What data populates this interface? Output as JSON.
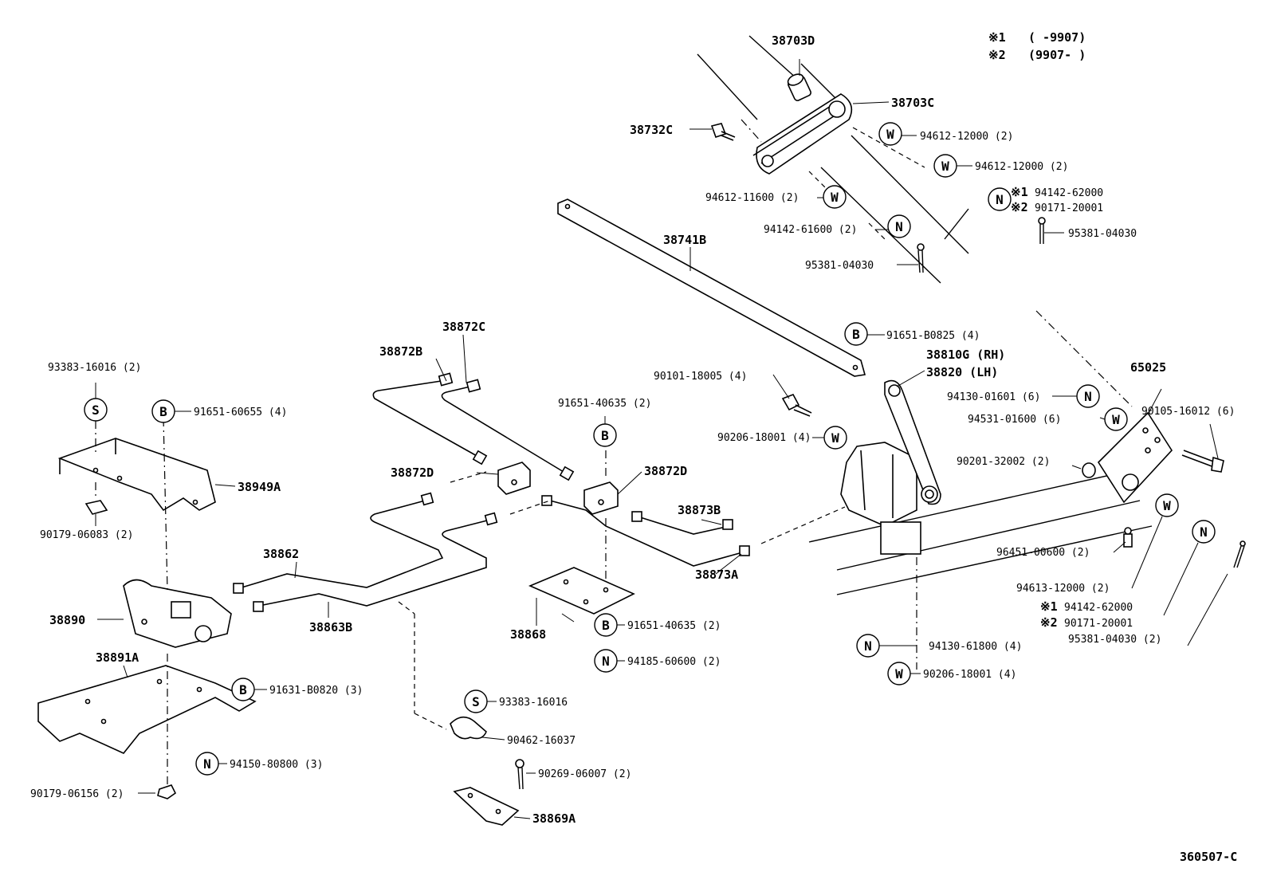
{
  "diagram_code": "360507-C",
  "legend": {
    "note1_mark": "※1",
    "note1_range": "(      -9907)",
    "note2_mark": "※2",
    "note2_range": "(9907-      )"
  },
  "symbols": {
    "S": "S",
    "B": "B",
    "W": "W",
    "N": "N"
  },
  "labels": {
    "p38703D": "38703D",
    "p38703C": "38703C",
    "p38732C": "38732C",
    "w94612_12000_a": "94612-12000 (2)",
    "w94612_12000_b": "94612-12000 (2)",
    "w94612_11600": "94612-11600 (2)",
    "n94142_61600": "94142-61600 (2)",
    "p95381_04030_a": "95381-04030",
    "n1_94142_62000_top": "94142-62000",
    "n2_90171_20001_top": "90171-20001",
    "p95381_04030_b": "95381-04030",
    "p38741B": "38741B",
    "b91651_B0825": "91651-B0825 (4)",
    "p90101_18005": "90101-18005 (4)",
    "p38810G": "38810G (RH)",
    "p38820": "38820  (LH)",
    "p65025": "65025",
    "n94130_01601": "94130-01601 (6)",
    "w94531_01600": "94531-01600 (6)",
    "p90105_16012": "90105-16012 (6)",
    "w90206_18001_a": "90206-18001 (4)",
    "p90201_32002": "90201-32002 (2)",
    "p38872C": "38872C",
    "p38872B": "38872B",
    "b91651_40635_a": "91651-40635 (2)",
    "p38872D_left": "38872D",
    "p38872D_right": "38872D",
    "p38873B": "38873B",
    "p38873A": "38873A",
    "s93383_16016_a": "93383-16016 (2)",
    "b91651_60655": "91651-60655 (4)",
    "p38949A": "38949A",
    "p90179_06083": "90179-06083 (2)",
    "p38862": "38862",
    "p38863B": "38863B",
    "p38890": "38890",
    "p38891A": "38891A",
    "b91631_B0820": "91631-B0820 (3)",
    "n94150_80800": "94150-80800 (3)",
    "p90179_06156": "90179-06156 (2)",
    "p38868": "38868",
    "b91651_40635_b": "91651-40635 (2)",
    "n94185_60600": "94185-60600 (2)",
    "s93383_16016_b": "93383-16016",
    "p90462_16037": "90462-16037",
    "p90269_06007": "90269-06007 (2)",
    "p38869A": "38869A",
    "p96451_00600": "96451-00600 (2)",
    "w94613_12000": "94613-12000 (2)",
    "n1_94142_62000_bot": "94142-62000",
    "n2_90171_20001_bot": "90171-20001",
    "p95381_04030_c": "95381-04030 (2)",
    "n94130_61800": "94130-61800 (4)",
    "w90206_18001_b": "90206-18001 (4)"
  }
}
